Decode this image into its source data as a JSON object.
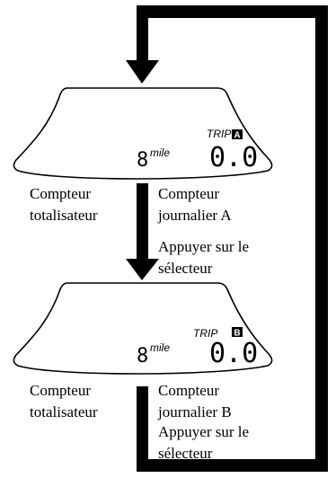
{
  "panel_a": {
    "odometer_digit": "8",
    "unit": "mile",
    "trip_word": "TRIP",
    "trip_letter": "A",
    "trip_value": "0.0",
    "label_left_line1": "Compteur",
    "label_left_line2": "totalisateur",
    "label_right_line1": "Compteur",
    "label_right_line2": "journalier A"
  },
  "step_text_1_line1": "Appuyer sur le",
  "step_text_1_line2": "sélecteur",
  "panel_b": {
    "odometer_digit": "8",
    "unit": "mile",
    "trip_word": "TRIP",
    "trip_letter": "B",
    "trip_value": "0.0",
    "label_left_line1": "Compteur",
    "label_left_line2": "totalisateur",
    "label_right_line1": "Compteur",
    "label_right_line2": "journalier B"
  },
  "step_text_2_line1": "Appuyer sur le",
  "step_text_2_line2": "sélecteur"
}
